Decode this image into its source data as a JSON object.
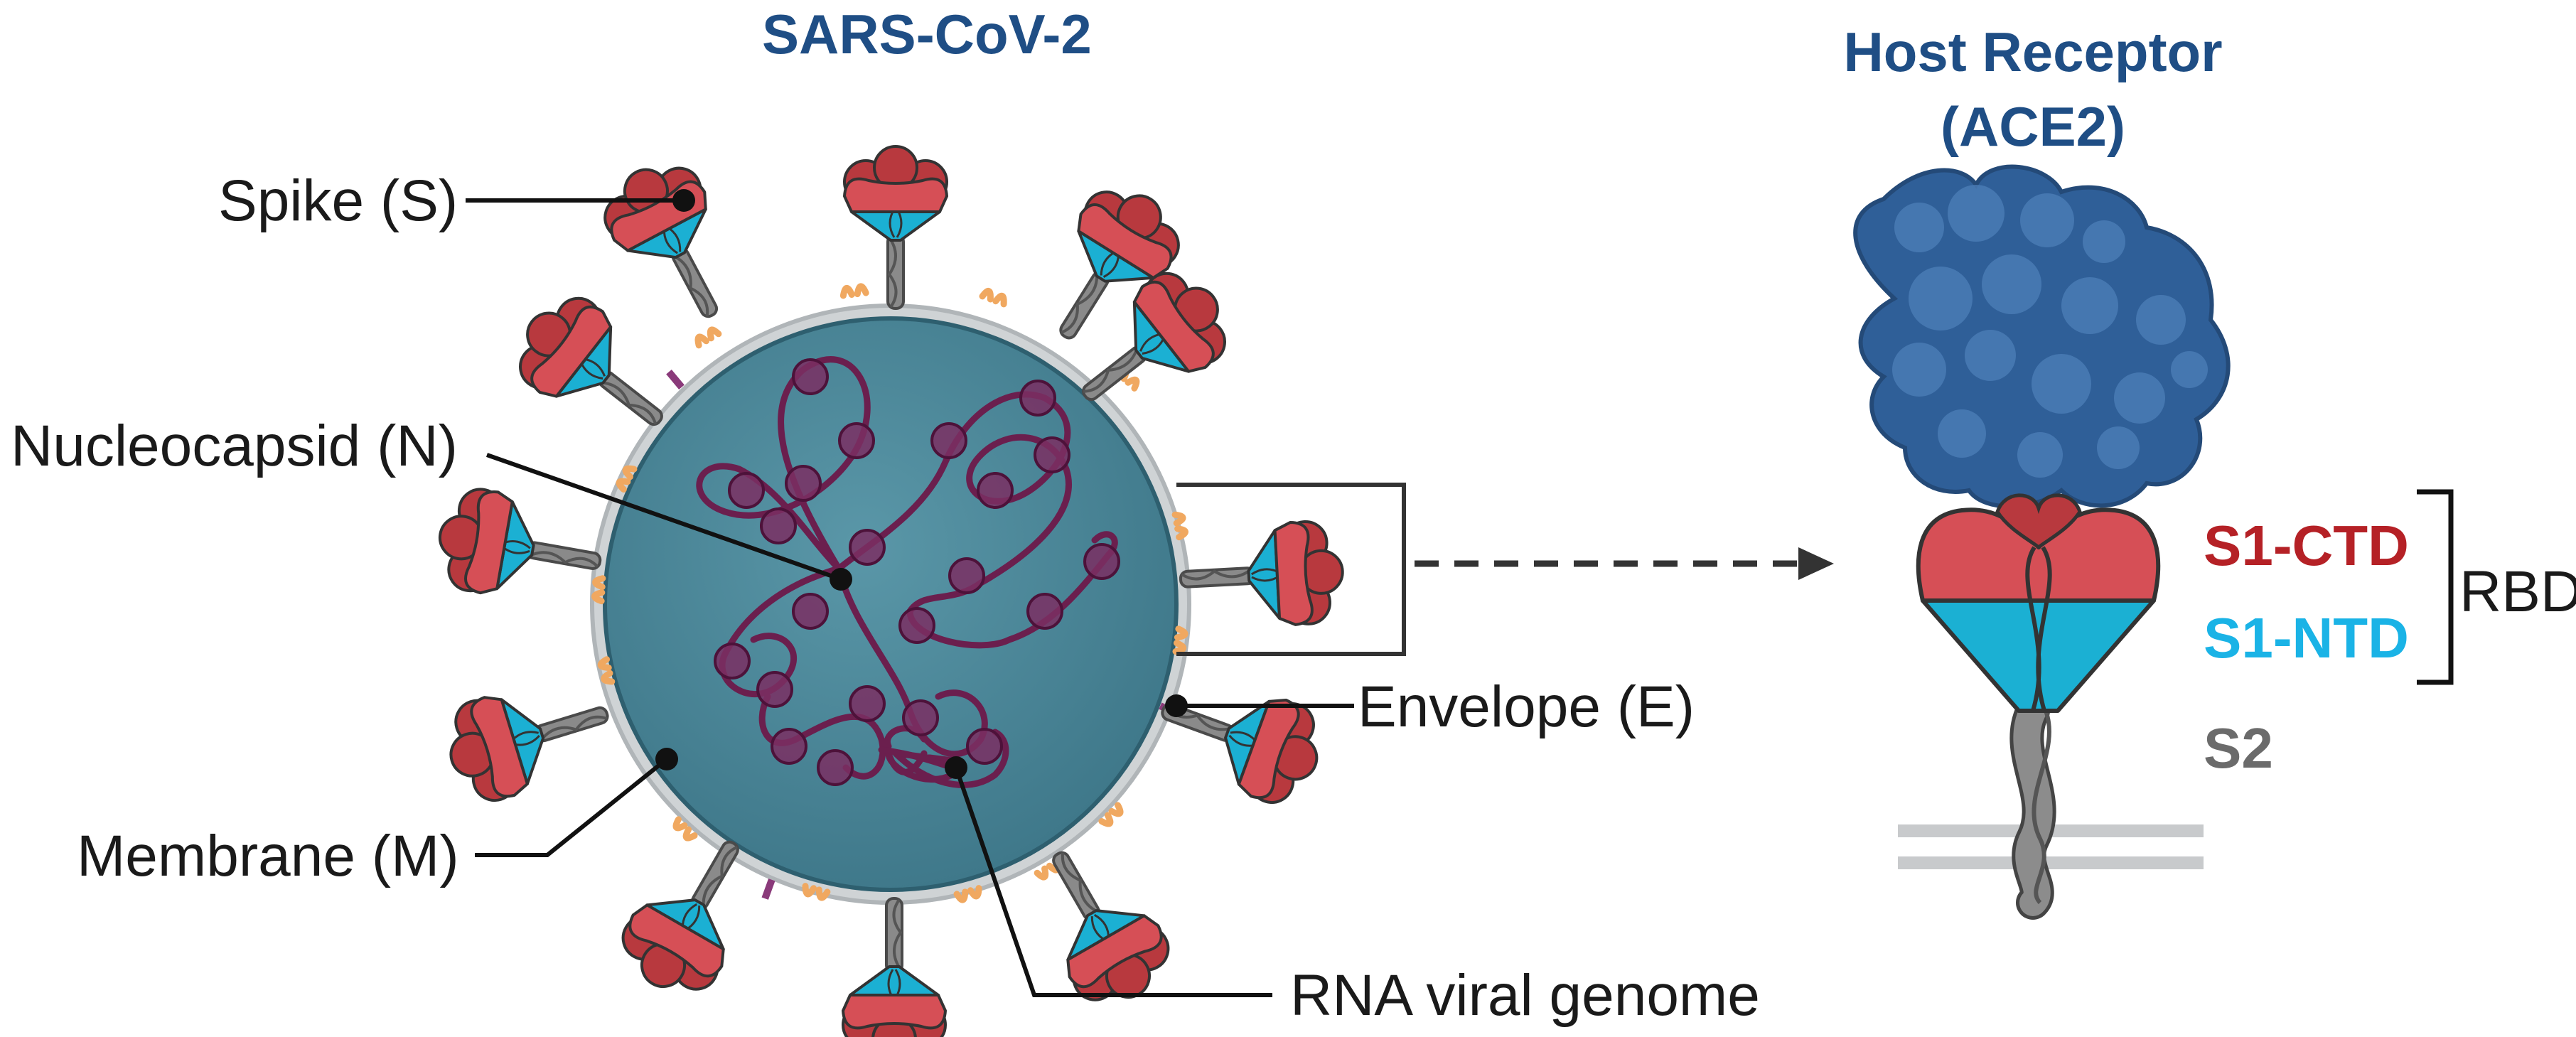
{
  "title_virus": "SARS-CoV-2",
  "title_receptor_line1": "Host Receptor",
  "title_receptor_line2": "(ACE2)",
  "labels": {
    "spike": "Spike (S)",
    "nucleocapsid": "Nucleocapsid (N)",
    "membrane": "Membrane (M)",
    "envelope": "Envelope (E)",
    "rna": "RNA viral genome"
  },
  "domains": {
    "s1_ctd": "S1-CTD",
    "s1_ntd": "S1-NTD",
    "s2": "S2",
    "rbd": "RBD"
  },
  "colors": {
    "virus_body": "#4a8798",
    "ace2": "#2f5f98",
    "ctd_red": "#d64f56",
    "ntd_cyan": "#1bb0d3",
    "stalk_gray": "#8c8c8c",
    "rna_purple": "#6b1f4e",
    "envelope_orange": "#f0a860",
    "ctd_text": "#b52126",
    "ntd_text": "#1ab3e6",
    "s2_text": "#6b6b6b",
    "title_blue": "#1f4e85"
  }
}
